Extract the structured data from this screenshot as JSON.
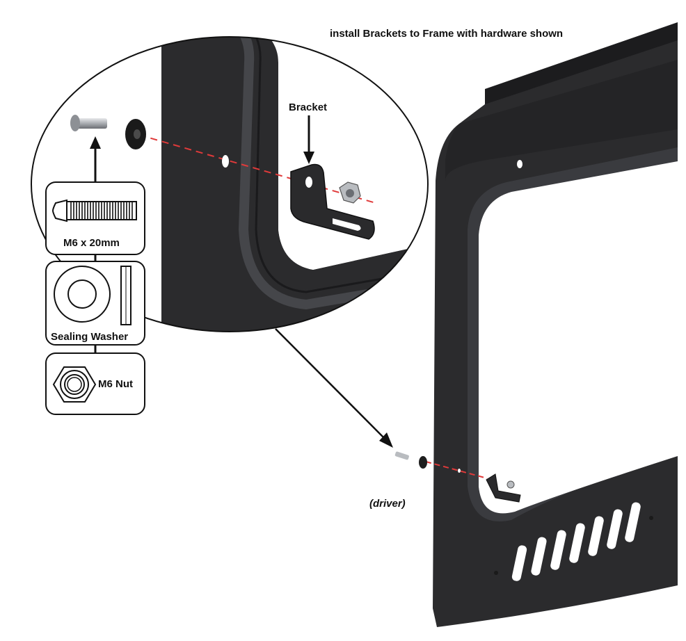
{
  "title": "install Brackets to Frame with hardware shown",
  "labels": {
    "bracket": "Bracket",
    "bolt": "M6 x 20mm",
    "washer": "Sealing Washer",
    "nut": "M6 Nut",
    "side": "(driver)"
  },
  "colors": {
    "frame": "#2b2b2d",
    "frame_dark": "#1c1c1e",
    "frame_edge": "#45464a",
    "guide_line": "#e03a3a",
    "outline": "#111111",
    "hardware_metal": "#b9bcc0"
  }
}
